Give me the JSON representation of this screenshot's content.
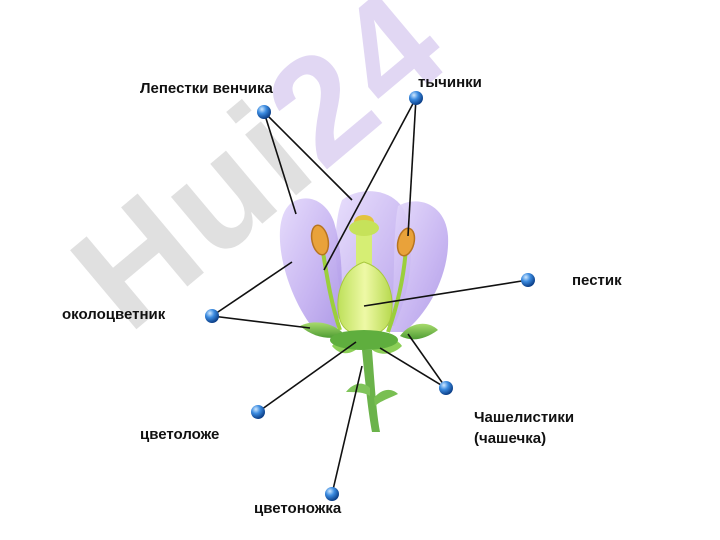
{
  "labels": {
    "petals": "Лепестки венчика",
    "stamens": "тычинки",
    "pistil": "пестик",
    "perianth": "околоцветник",
    "receptacle": "цветоложе",
    "sepals_line1": "Чашелистики",
    "sepals_line2": "(чашечка)",
    "pedicel": "цветоножка"
  },
  "watermark": {
    "letters": "Hui",
    "digits": "24"
  },
  "colors": {
    "petal": "#c7b3ee",
    "sepal": "#76bd4a",
    "stem": "#6bb34a",
    "pistil": "#d8ef7a",
    "anther": "#e9a23a",
    "pointer_dot": "#1d6fd1",
    "leader_line": "#111111"
  }
}
